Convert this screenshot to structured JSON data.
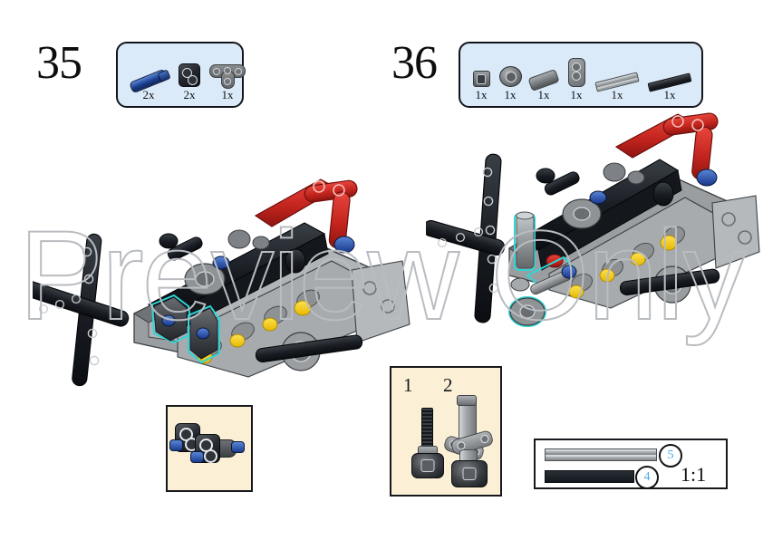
{
  "page": {
    "background_color": "#ffffff",
    "watermark_text": "Preview Only",
    "watermark_color": "#b9bcc0"
  },
  "steps": [
    {
      "number": "35",
      "callout": {
        "background_color": "#dbeaf8",
        "border_color": "#13151b",
        "parts": [
          {
            "icon": "blue-axle-pin",
            "qty": "2x"
          },
          {
            "icon": "dark-gray-connector",
            "qty": "2x"
          },
          {
            "icon": "gray-angled-beam",
            "qty": "1x"
          }
        ]
      }
    },
    {
      "number": "36",
      "callout": {
        "background_color": "#dbeaf8",
        "border_color": "#13151b",
        "parts": [
          {
            "icon": "gray-bushing",
            "qty": "1x"
          },
          {
            "icon": "gray-gear",
            "qty": "1x"
          },
          {
            "icon": "axle-connector",
            "qty": "1x"
          },
          {
            "icon": "gray-2x-beam",
            "qty": "1x"
          },
          {
            "icon": "light-gray-axle-5",
            "qty": "1x"
          },
          {
            "icon": "black-axle-4",
            "qty": "1x"
          }
        ]
      }
    }
  ],
  "subassemblies": {
    "left": {
      "background_color": "#fbf0d5",
      "border_color": "#16181d",
      "contents": "two dark gray connectors with blue axle pins"
    },
    "gears": {
      "background_color": "#fbf0d5",
      "border_color": "#16181d",
      "label_1": "1",
      "label_2": "2",
      "contents": "bevel gear with black axle, bevel gear with light gray axle and lever arms"
    }
  },
  "scale_reference": {
    "ratio": "1:1",
    "border_color": "#16181d",
    "bars": [
      {
        "name": "light-gray-axle",
        "length_label": "5",
        "label_color": "#4fa8e8"
      },
      {
        "name": "black-axle",
        "length_label": "4",
        "label_color": "#4fa8e8"
      }
    ]
  },
  "models": {
    "left": {
      "step": "35",
      "highlight_color": "#2fd6d6",
      "accent_color": "#d12a24"
    },
    "right": {
      "step": "36",
      "highlight_color": "#2fd6d6",
      "accent_color": "#d12a24"
    }
  }
}
